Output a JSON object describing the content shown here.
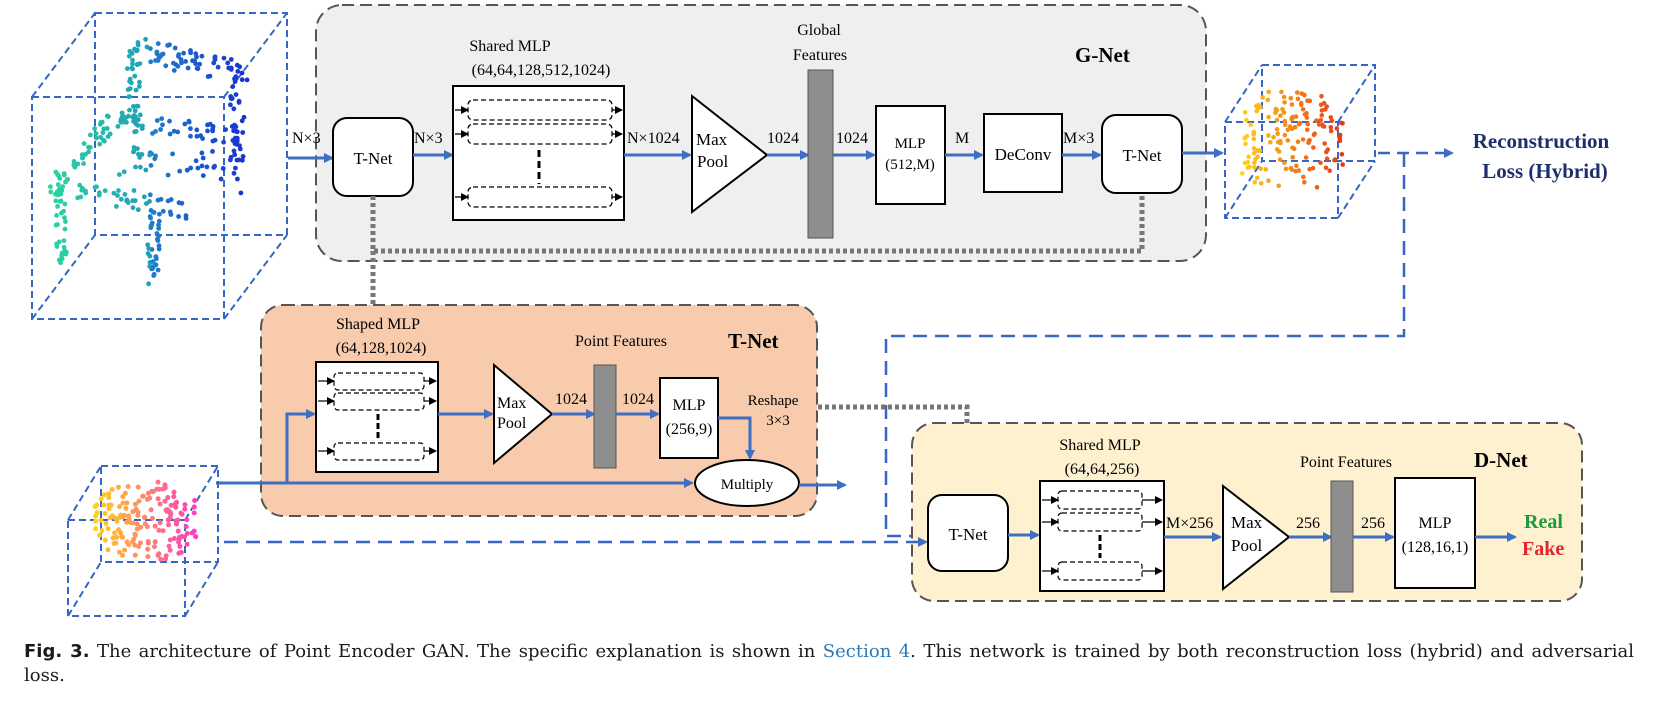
{
  "gnet": {
    "title": "G-Net",
    "tnet_in": "T-Net",
    "tnet_out": "T-Net",
    "shared_mlp_title": "Shared MLP",
    "shared_mlp_params": "(64,64,128,512,1024)",
    "maxpool_line1": "Max",
    "maxpool_line2": "Pool",
    "global_line1": "Global",
    "global_line2": "Features",
    "mlp_line1": "MLP",
    "mlp_line2": "(512,M)",
    "deconv": "DeConv",
    "dims": {
      "input": "N×3",
      "after_tnet": "N×3",
      "after_mlp": "N×1024",
      "after_pool": "1024",
      "after_global": "1024",
      "after_fc": "M",
      "after_deconv": "M×3"
    }
  },
  "tnet_detail": {
    "title": "T-Net",
    "mlp_title": "Shaped MLP",
    "mlp_params": "(64,128,1024)",
    "maxpool_line1": "Max",
    "maxpool_line2": "Pool",
    "point_features": "Point Features",
    "mlp_line1": "MLP",
    "mlp_line2": "(256,9)",
    "reshape_line1": "Reshape",
    "reshape_line2": "3×3",
    "multiply": "Multiply",
    "dim_a": "1024",
    "dim_b": "1024"
  },
  "dnet": {
    "title": "D-Net",
    "tnet": "T-Net",
    "mlp_title": "Shared MLP",
    "mlp_params": "(64,64,256)",
    "maxpool_line1": "Max",
    "maxpool_line2": "Pool",
    "point_features": "Point Features",
    "mlp_line1": "MLP",
    "mlp_line2": "(128,16,1)",
    "dim_a": "M×256",
    "dim_b": "256",
    "dim_c": "256",
    "real": "Real",
    "fake": "Fake"
  },
  "loss": {
    "line1": "Reconstruction",
    "line2": "Loss (Hybrid)"
  },
  "caption": {
    "fig": "Fig. 3.",
    "text_a": "The architecture of Point Encoder GAN. The specific explanation is shown in",
    "link": "Section 4",
    "text_b": ". This network is trained by both reconstruction loss (hybrid) and adversarial loss."
  },
  "colors": {
    "arrow_blue": "#3f6fc1",
    "dash_blue": "#3667c4",
    "gnet_bg": "#efefef",
    "tnet_bg": "#f7cbac",
    "dnet_bg": "#fdf1d0",
    "feature_bar": "#8e8e8e",
    "loss_text": "#1c2e6e",
    "real": "#1d9a3d",
    "fake": "#e4242b"
  }
}
